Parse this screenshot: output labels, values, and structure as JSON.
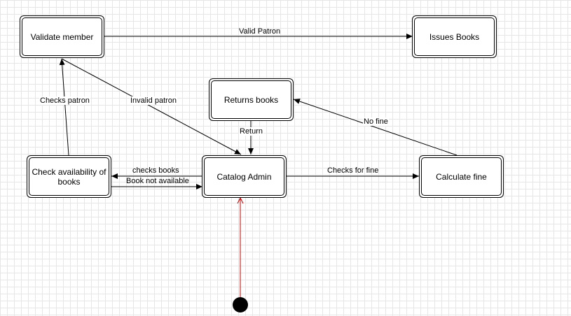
{
  "nodes": {
    "validate_member": "Validate member",
    "issues_books": "Issues Books",
    "returns_books": "Returns books",
    "check_availability": "Check availability of books",
    "catalog_admin": "Catalog Admin",
    "calculate_fine": "Calculate fine"
  },
  "edges": {
    "valid_patron": "Valid Patron",
    "checks_patron": "Checks patron",
    "invalid_patron": "Invalid patron",
    "return": "Return",
    "no_fine": "No fine",
    "checks_books": "checks books",
    "book_not_available": "Book not available",
    "checks_for_fine": "Checks for fine"
  },
  "colors": {
    "edge": "#000000",
    "start_edge": "#c00000",
    "start_node": "#000000",
    "grid": "#e6e6e6"
  }
}
